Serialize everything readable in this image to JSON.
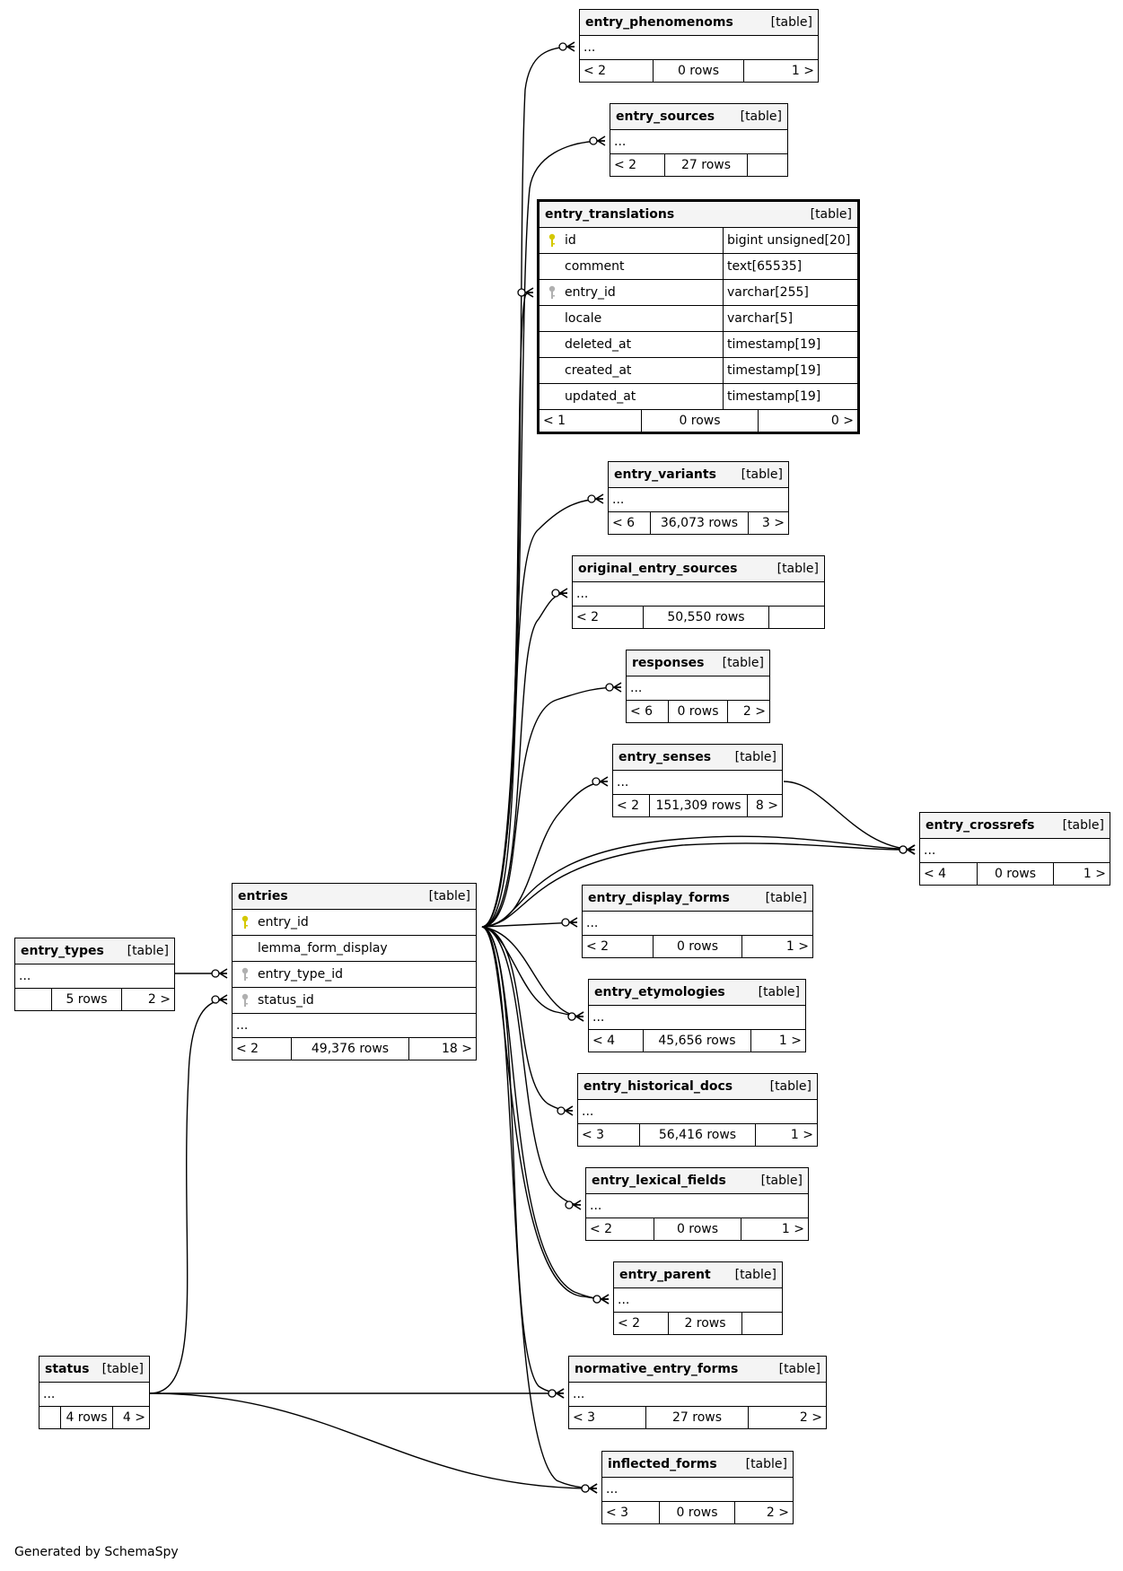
{
  "diagram": {
    "type_label": "[table]",
    "footer": "Generated by SchemaSpy",
    "ellipsis": "...",
    "key_colors": {
      "primary": "#d4c800",
      "foreign": "#b0b0b0"
    },
    "tables": {
      "entry_phenomenoms": {
        "name": "entry_phenomenoms",
        "left": "< 2",
        "rows": "0 rows",
        "right": "1 >"
      },
      "entry_sources": {
        "name": "entry_sources",
        "left": "< 2",
        "rows": "27 rows",
        "right": ""
      },
      "entry_translations": {
        "name": "entry_translations",
        "left": "< 1",
        "rows": "0 rows",
        "right": "0 >",
        "columns": [
          {
            "name": "id",
            "type": "bigint unsigned[20]",
            "key": "primary"
          },
          {
            "name": "comment",
            "type": "text[65535]",
            "key": ""
          },
          {
            "name": "entry_id",
            "type": "varchar[255]",
            "key": "foreign"
          },
          {
            "name": "locale",
            "type": "varchar[5]",
            "key": ""
          },
          {
            "name": "deleted_at",
            "type": "timestamp[19]",
            "key": ""
          },
          {
            "name": "created_at",
            "type": "timestamp[19]",
            "key": ""
          },
          {
            "name": "updated_at",
            "type": "timestamp[19]",
            "key": ""
          }
        ]
      },
      "entry_variants": {
        "name": "entry_variants",
        "left": "< 6",
        "rows": "36,073 rows",
        "right": "3 >"
      },
      "original_entry_sources": {
        "name": "original_entry_sources",
        "left": "< 2",
        "rows": "50,550 rows",
        "right": ""
      },
      "responses": {
        "name": "responses",
        "left": "< 6",
        "rows": "0 rows",
        "right": "2 >"
      },
      "entry_senses": {
        "name": "entry_senses",
        "left": "< 2",
        "rows": "151,309 rows",
        "right": "8 >"
      },
      "entry_crossrefs": {
        "name": "entry_crossrefs",
        "left": "< 4",
        "rows": "0 rows",
        "right": "1 >"
      },
      "entries": {
        "name": "entries",
        "left": "< 2",
        "rows": "49,376 rows",
        "right": "18 >",
        "columns": [
          {
            "name": "entry_id",
            "key": "primary"
          },
          {
            "name": "lemma_form_display",
            "key": ""
          },
          {
            "name": "entry_type_id",
            "key": "foreign"
          },
          {
            "name": "status_id",
            "key": "foreign"
          }
        ]
      },
      "entry_types": {
        "name": "entry_types",
        "left": "",
        "rows": "5 rows",
        "right": "2 >"
      },
      "entry_display_forms": {
        "name": "entry_display_forms",
        "left": "< 2",
        "rows": "0 rows",
        "right": "1 >"
      },
      "entry_etymologies": {
        "name": "entry_etymologies",
        "left": "< 4",
        "rows": "45,656 rows",
        "right": "1 >"
      },
      "entry_historical_docs": {
        "name": "entry_historical_docs",
        "left": "< 3",
        "rows": "56,416 rows",
        "right": "1 >"
      },
      "entry_lexical_fields": {
        "name": "entry_lexical_fields",
        "left": "< 2",
        "rows": "0 rows",
        "right": "1 >"
      },
      "entry_parent": {
        "name": "entry_parent",
        "left": "< 2",
        "rows": "2 rows",
        "right": ""
      },
      "status": {
        "name": "status",
        "left": "",
        "rows": "4 rows",
        "right": "4 >"
      },
      "normative_entry_forms": {
        "name": "normative_entry_forms",
        "left": "< 3",
        "rows": "27 rows",
        "right": "2 >"
      },
      "inflected_forms": {
        "name": "inflected_forms",
        "left": "< 3",
        "rows": "0 rows",
        "right": "2 >"
      }
    },
    "relationships": [
      {
        "from": "entries",
        "to": "entry_phenomenoms"
      },
      {
        "from": "entries",
        "to": "entry_sources"
      },
      {
        "from": "entries",
        "to": "entry_translations"
      },
      {
        "from": "entries",
        "to": "entry_variants"
      },
      {
        "from": "entries",
        "to": "original_entry_sources"
      },
      {
        "from": "entries",
        "to": "responses"
      },
      {
        "from": "entries",
        "to": "entry_senses"
      },
      {
        "from": "entries",
        "to": "entry_crossrefs"
      },
      {
        "from": "entries",
        "to": "entry_crossrefs"
      },
      {
        "from": "entry_senses",
        "to": "entry_crossrefs"
      },
      {
        "from": "entries",
        "to": "entry_display_forms"
      },
      {
        "from": "entries",
        "to": "entry_etymologies"
      },
      {
        "from": "entries",
        "to": "entry_etymologies"
      },
      {
        "from": "entries",
        "to": "entry_historical_docs"
      },
      {
        "from": "entries",
        "to": "entry_lexical_fields"
      },
      {
        "from": "entries",
        "to": "entry_parent"
      },
      {
        "from": "entries",
        "to": "entry_parent"
      },
      {
        "from": "entries",
        "to": "normative_entry_forms"
      },
      {
        "from": "entries",
        "to": "inflected_forms"
      },
      {
        "from": "entry_types",
        "to": "entries"
      },
      {
        "from": "status",
        "to": "entries"
      },
      {
        "from": "status",
        "to": "normative_entry_forms"
      },
      {
        "from": "status",
        "to": "inflected_forms"
      }
    ]
  }
}
